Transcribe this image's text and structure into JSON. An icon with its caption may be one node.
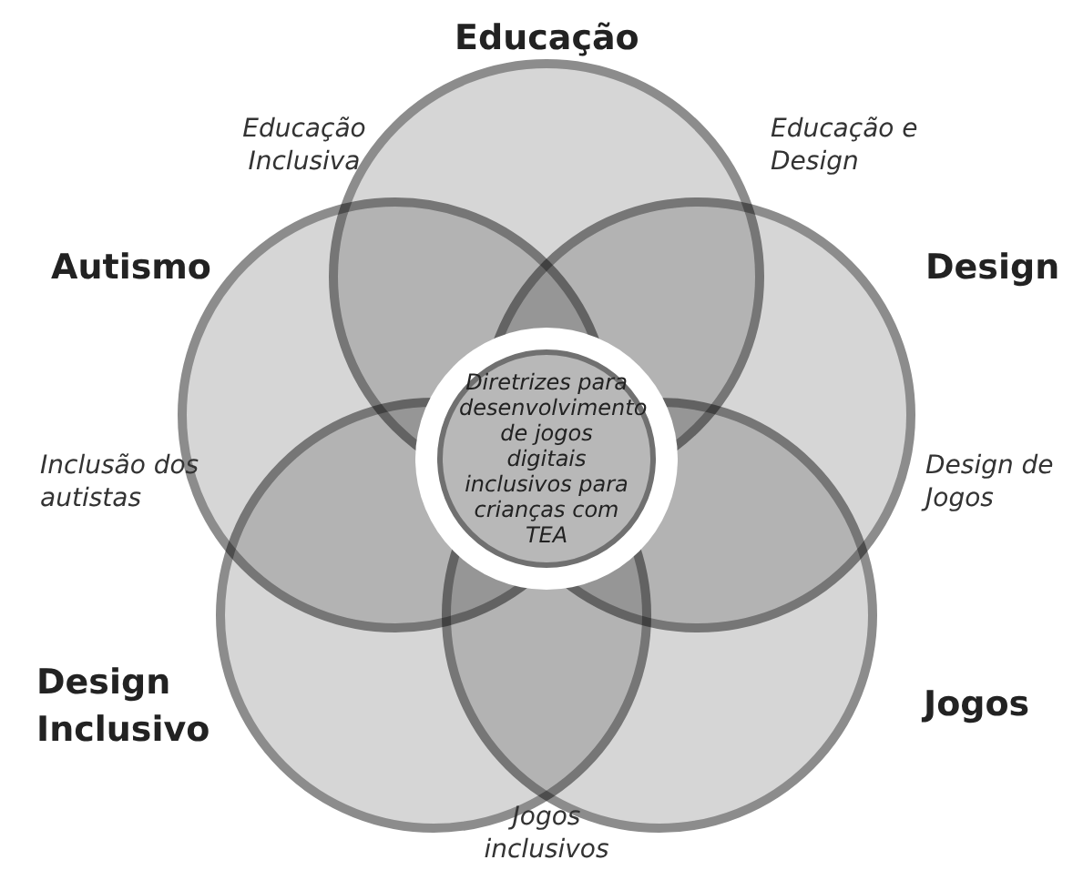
{
  "diagram": {
    "nodes": [
      {
        "text": [
          "Educação"
        ]
      },
      {
        "text": [
          "Design"
        ]
      },
      {
        "text": [
          "Jogos"
        ]
      },
      {
        "text": [
          "Design Inclusivo"
        ]
      },
      {
        "text": [
          "Autismo"
        ]
      },
      {
        "text": [
          "Diretrizes para desenvolvimento de jogos digitais inclusivos para crianças com TEA"
        ]
      }
    ],
    "edges": [],
    "labels": [
      "Educação Inclusiva",
      "Educação e Design",
      "Inclusão dos autistas",
      "Design de Jogos",
      "Jogos inclusivos"
    ]
  }
}
